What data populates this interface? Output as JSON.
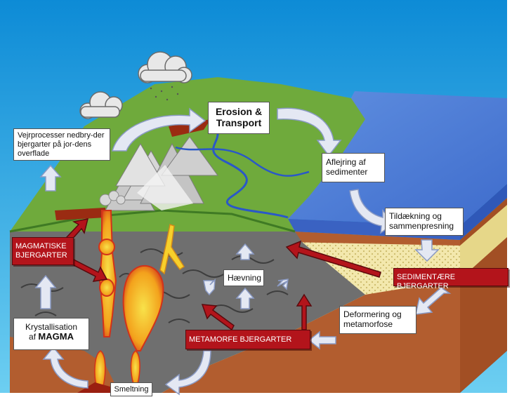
{
  "labels": {
    "weathering": "Vejrprocesser nedbry-der bjergarter på jor-dens overflade",
    "erosion_line1": "Erosion &",
    "erosion_line2": "Transport",
    "deposition_line1": "Aflejring af",
    "deposition_line2": "sedimenter",
    "burial_line1": "Tildækning og",
    "burial_line2": "sammenpresning",
    "sedimentary": "SEDIMENTÆRE BJERGARTER",
    "magmatic_line1": "MAGMATISKE",
    "magmatic_line2": "BJERGARTER",
    "uplift": "Hævning",
    "deformation_line1": "Deformering og",
    "deformation_line2": "metamorfose",
    "metamorphic": "METAMORFE BJERGARTER",
    "crystallisation_line1": "Krystallisation",
    "crystallisation_prefix": "af",
    "crystallisation_magma": "MAGMA",
    "melting": "Smeltning"
  },
  "colors": {
    "sky": "#1d9fe0",
    "land": "#6faa3c",
    "sea": "#4a7fd8",
    "bedrock": "#6f6f6f",
    "crust": "#b25d2f",
    "sediment": "#f1e6a6",
    "magma": "#f7d02b",
    "red_label": "#b3141b",
    "arrow": "#e4e8f3"
  }
}
